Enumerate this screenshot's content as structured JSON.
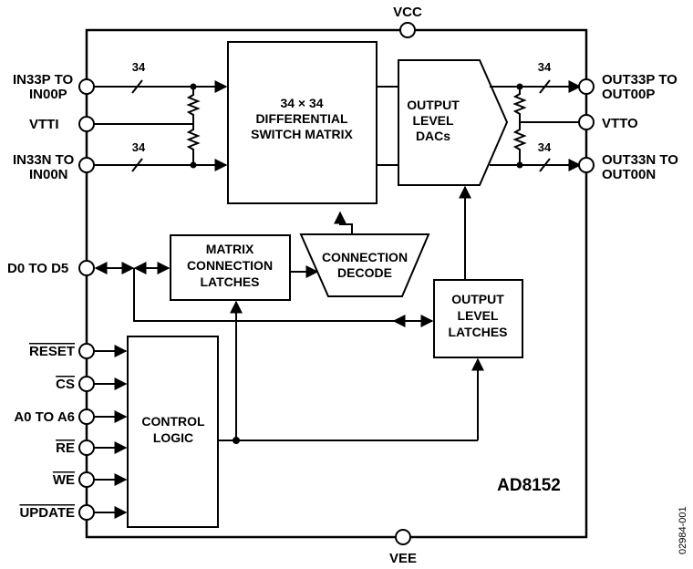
{
  "chip": {
    "part_number": "AD8152",
    "figure_id": "02984-001"
  },
  "pins": {
    "vcc": "VCC",
    "vee": "VEE",
    "in_p": [
      "IN33P TO",
      "IN00P"
    ],
    "vtti": "VTTI",
    "in_n": [
      "IN33N TO",
      "IN00N"
    ],
    "d": "D0 TO D5",
    "reset": "RESET",
    "cs": "CS",
    "a": "A0 TO A6",
    "re": "RE",
    "we": "WE",
    "update": "UPDATE",
    "out_p": [
      "OUT33P TO",
      "OUT00P"
    ],
    "vtto": "VTTO",
    "out_n": [
      "OUT33N TO",
      "OUT00N"
    ]
  },
  "bus_width": "34",
  "blocks": {
    "switch_matrix": [
      "34 × 34",
      "DIFFERENTIAL",
      "SWITCH MATRIX"
    ],
    "output_dacs": [
      "OUTPUT",
      "LEVEL",
      "DACs"
    ],
    "matrix_latches": [
      "MATRIX",
      "CONNECTION",
      "LATCHES"
    ],
    "connection_decode": [
      "CONNECTION",
      "DECODE"
    ],
    "output_latches": [
      "OUTPUT",
      "LEVEL",
      "LATCHES"
    ],
    "control_logic": [
      "CONTROL",
      "LOGIC"
    ]
  }
}
